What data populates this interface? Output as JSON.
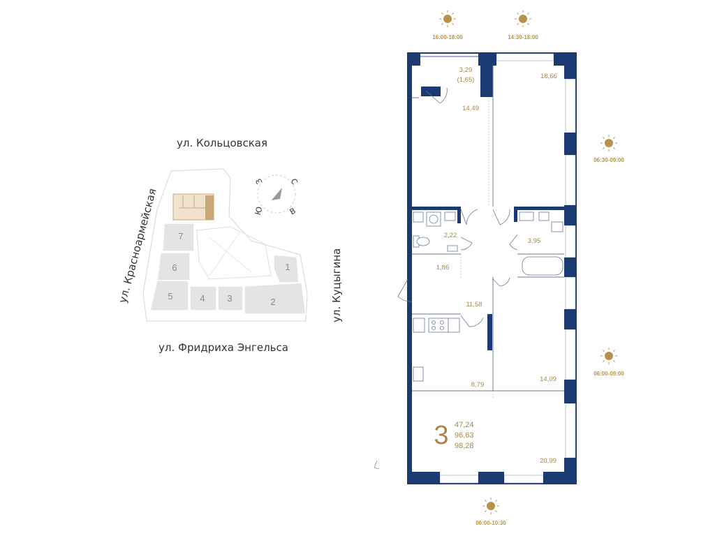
{
  "streets": {
    "north": "ул. Кольцовская",
    "south": "ул. Фридриха Энгельса",
    "west": "ул. Красноармейская",
    "east": "ул. Куцыгина"
  },
  "compass": {
    "n": "С",
    "s": "Ю",
    "e": "В",
    "w": "З"
  },
  "blocks": [
    "7",
    "6",
    "5",
    "4",
    "3",
    "2",
    "1"
  ],
  "sun_times": {
    "top_left": "16:00-18:00",
    "top_right": "14:30-18:00",
    "right_top": "06:30-09:00",
    "right_bottom": "06:00-09:00",
    "bottom": "06:00-10:30"
  },
  "rooms": {
    "balcony": "3,29",
    "balcony_half": "(1,65)",
    "room_nw": "14,49",
    "room_ne": "18,66",
    "bath1": "2,22",
    "bath2": "3,95",
    "hall_small": "1,86",
    "hall": "11,58",
    "kitchen": "8,79",
    "room_e": "14,09",
    "living": "20,99"
  },
  "totals": {
    "rooms_count": "3",
    "living_area": "47,24",
    "total_area": "96,63",
    "total_with_balcony": "98,28"
  },
  "colors": {
    "wall": "#1b3a72",
    "accent": "#a8874a",
    "block": "#e4e4e4",
    "highlight": "#c9a878"
  }
}
